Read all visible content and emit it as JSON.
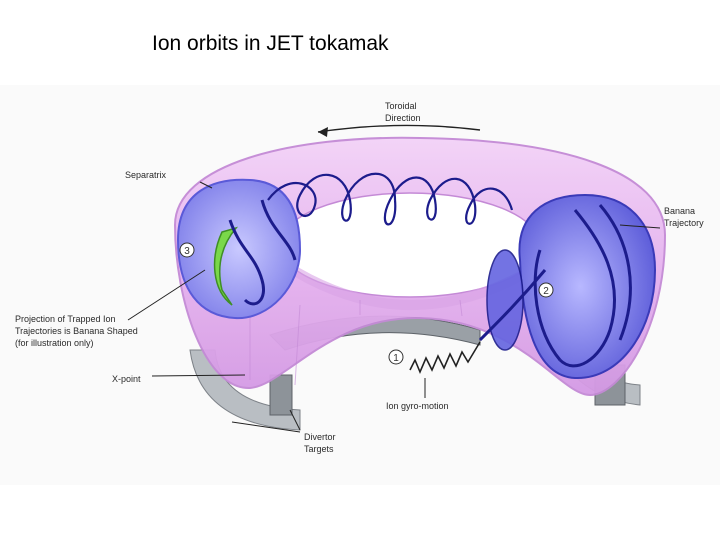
{
  "slide": {
    "title": "Ion orbits in JET tokamak"
  },
  "labels": {
    "toroidal_direction": [
      "Toroidal",
      "Direction"
    ],
    "separatrix": [
      "Separatrix"
    ],
    "banana_trajectory": [
      "Banana",
      "Trajectory"
    ],
    "projection": [
      "Projection of Trapped Ion",
      "Trajectories is Banana Shaped",
      "(for illustration only)"
    ],
    "x_point": [
      "X-point"
    ],
    "ion_gyro_motion": [
      "Ion gyro-motion"
    ],
    "divertor_targets": [
      "Divertor",
      "Targets"
    ]
  },
  "markers": {
    "m1": "1",
    "m2": "2",
    "m3": "3"
  },
  "colors": {
    "torus": "#e8b8f0",
    "torus_edge": "#c48ad6",
    "cross_section": "#8f8ff0",
    "orbit": "#1c1c8c",
    "banana_projection": "#7ad84a",
    "divertor": "#9aa0a6"
  }
}
